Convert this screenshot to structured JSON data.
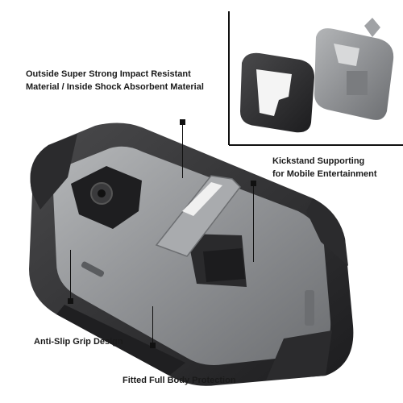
{
  "callouts": {
    "impact": {
      "line1": "Outside Super Strong Impact Resistant",
      "line2": "Material / Inside Shock Absorbent Material"
    },
    "kickstand": {
      "line1": "Kickstand Supporting",
      "line2": "for Mobile Entertainment"
    },
    "grip": {
      "text": "Anti-Slip Grip Design"
    },
    "body": {
      "text": "Fitted Full Body Protection"
    }
  },
  "colors": {
    "outer_shell": "#8f9194",
    "inner_skin": "#2b2b2d",
    "marker": "#111111",
    "label_text": "#1a1a1a"
  }
}
